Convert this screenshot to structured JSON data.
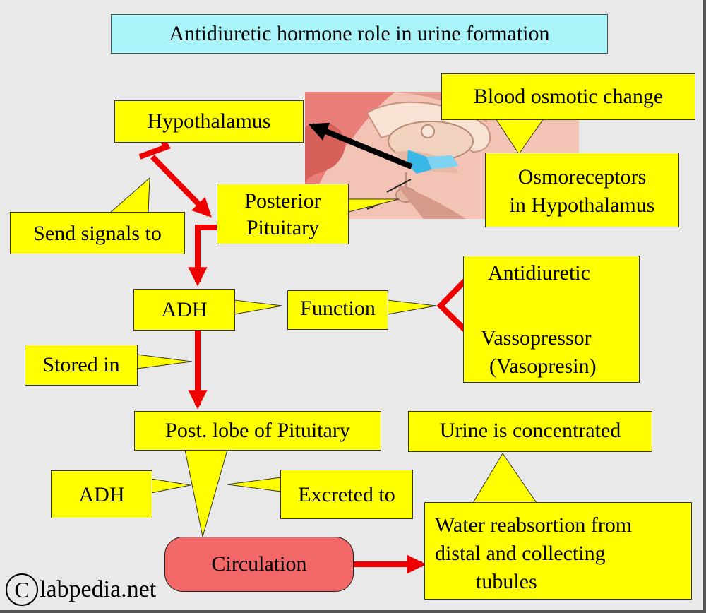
{
  "title": "Antidiuretic hormone role in urine formation",
  "labels": {
    "hypothalamus": "Hypothalamus",
    "blood_osmotic_change": "Blood osmotic change",
    "osmoreceptors": [
      "Osmoreceptors",
      "in Hypothalamus"
    ],
    "posterior_pituitary": [
      "Posterior",
      "Pituitary"
    ],
    "send_signals": "Send signals to",
    "adh_top": "ADH",
    "function": "Function",
    "functions_list": [
      "Antidiuretic",
      "Vassopressor",
      "(Vasopresin)"
    ],
    "stored_in": "Stored in",
    "post_lobe": "Post. lobe of Pituitary",
    "urine_concentrated": "Urine is concentrated",
    "adh_bottom": "ADH",
    "excreted_to": "Excreted to",
    "water_reabsorption": [
      "Water reabsortion from",
      "distal and collecting",
      "tubules"
    ],
    "circulation": "Circulation"
  },
  "colors": {
    "callout": "#ffff00",
    "title_bg": "#a8f4f8",
    "circulation_bg": "#f26868",
    "arrow_red": "#ee0000",
    "arrow_black": "#000000",
    "background": "#e9e9e9"
  },
  "watermark": {
    "symbol": "C",
    "text": "labpedia.net"
  }
}
